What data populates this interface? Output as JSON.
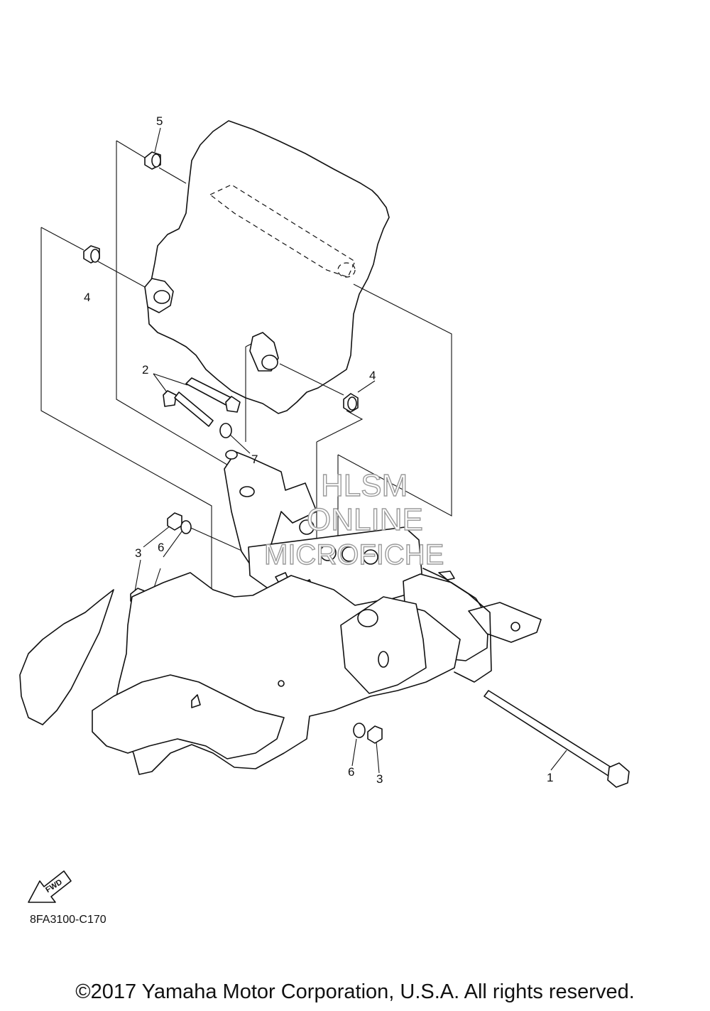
{
  "callouts": {
    "c1": "1",
    "c2": "2",
    "c3a": "3",
    "c3b": "3",
    "c4a": "4",
    "c4b": "4",
    "c5": "5",
    "c6a": "6",
    "c6b": "6",
    "c7": "7"
  },
  "watermark": {
    "line1": "HLSM",
    "line2": "ONLINE",
    "line3": "MICROFICHE"
  },
  "fwd_label": "FWD",
  "diagram_code": "8FA3100-C170",
  "copyright": "©2017 Yamaha Motor Corporation, U.S.A. All rights reserved."
}
